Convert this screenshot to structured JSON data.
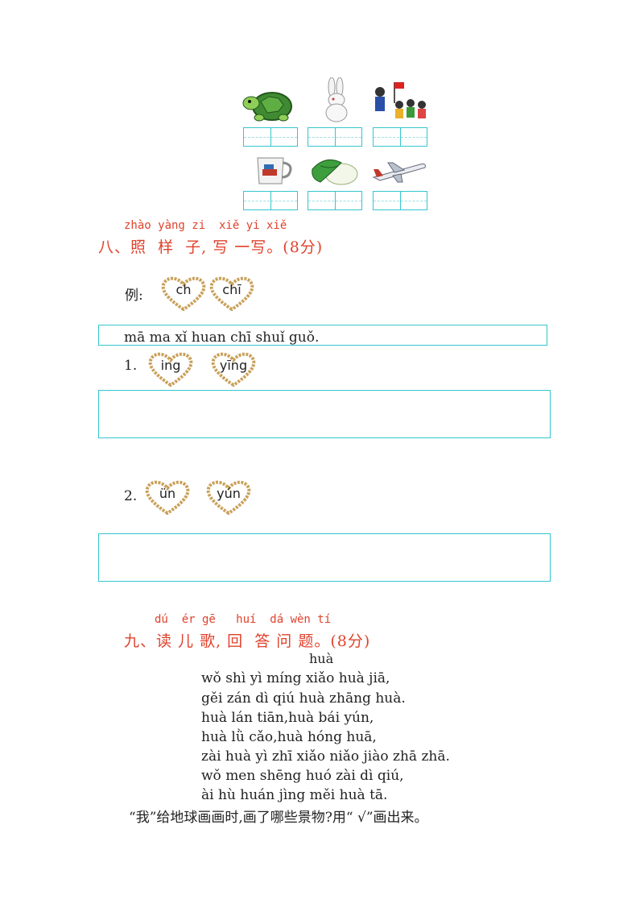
{
  "pictures": [
    {
      "name": "turtle"
    },
    {
      "name": "rabbit"
    },
    {
      "name": "people-with-flag"
    },
    {
      "name": "cup"
    },
    {
      "name": "cabbage"
    },
    {
      "name": "airplane"
    }
  ],
  "section8": {
    "pinyin": "zhào yàng zi  xiě yi xiě",
    "heading": "八、照  样  子, 写 一写。(8分)",
    "example_label": "例:",
    "example_hearts": [
      "ch",
      "chī"
    ],
    "example_sentence": "mā ma xǐ huan chī shuǐ guǒ.",
    "item1_label": "1.",
    "item1_hearts": [
      "ing",
      "yīng"
    ],
    "item2_label": "2.",
    "item2_hearts": [
      "ün",
      "yún"
    ]
  },
  "section9": {
    "pinyin": "dú  ér gē   huí  dá wèn tí",
    "heading": "九、读 儿 歌, 回  答 问 题。(8分)",
    "title": "huà",
    "lines": [
      "wǒ shì yì míng xiǎo huà jiā,",
      "gěi zán dì qiú huà zhāng huà.",
      "huà lán tiān,huà bái yún,",
      "huà lǜ cǎo,huà hóng huā,",
      "zài huà yì zhī xiǎo niǎo jiào zhā zhā.",
      "wǒ men shēng huó zài dì qiú,",
      "ài hù huán jìng měi huà tā."
    ],
    "question": "“我”给地球画画时,画了哪些景物?用“ √”画出来。"
  },
  "colors": {
    "accent_red": "#e0422c",
    "box_cyan": "#35c5cf",
    "heart_gold": "#c9a15a"
  }
}
